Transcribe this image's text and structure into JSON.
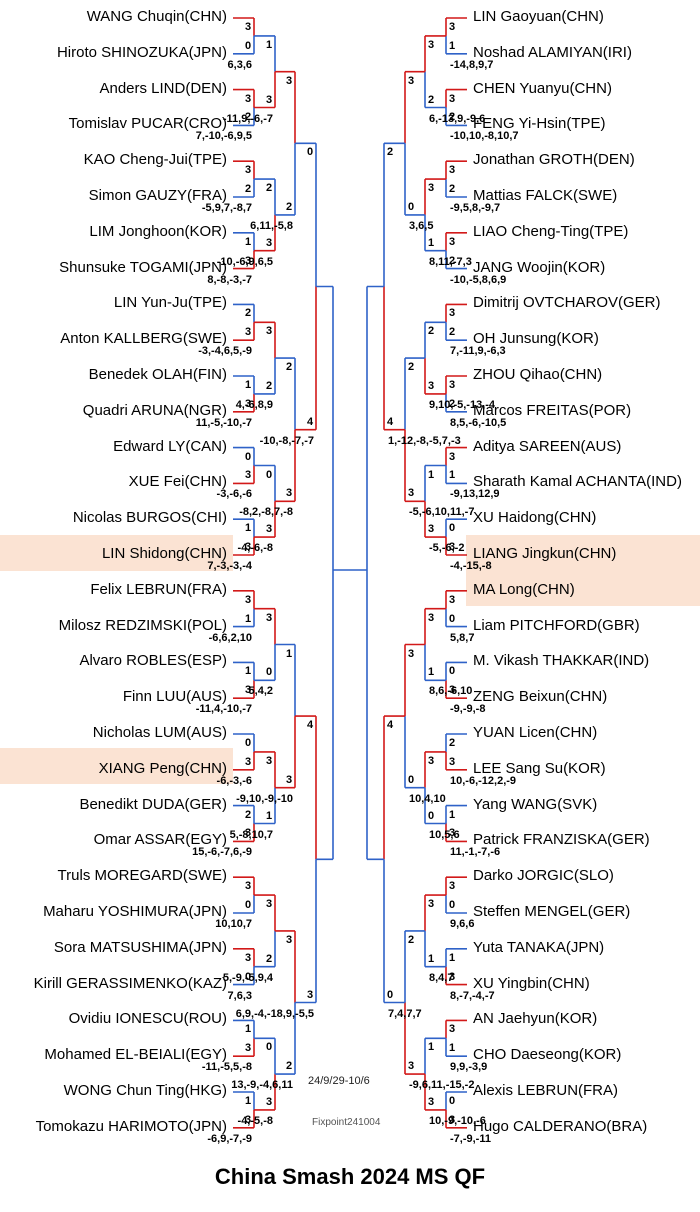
{
  "title": "China Smash 2024 MS QF",
  "date_note": "24/9/29-10/6",
  "credit": "Fixpoint241004",
  "colors": {
    "winner": "#d21919",
    "loser": "#2f62c8",
    "highlight": "#fbe3d3"
  },
  "left": {
    "r1": [
      {
        "p1": "WANG Chuqin(CHN)",
        "p2": "Hiroto SHINOZUKA(JPN)",
        "s1": "3",
        "s2": "0",
        "games": "6,3,6",
        "win": 1
      },
      {
        "p1": "Anders LIND(DEN)",
        "p2": "Tomislav PUCAR(CRO)",
        "s1": "3",
        "s2": "2",
        "games": "7,-10,-6,9,5",
        "win": 1
      },
      {
        "p1": "KAO Cheng-Jui(TPE)",
        "p2": "Simon GAUZY(FRA)",
        "s1": "3",
        "s2": "2",
        "games": "-5,9,7,-8,7",
        "win": 1
      },
      {
        "p1": "LIM Jonghoon(KOR)",
        "p2": "Shunsuke TOGAMI(JPN)",
        "s1": "1",
        "s2": "3",
        "games": "8,-8,-3,-7",
        "win": 2
      },
      {
        "p1": "LIN Yun-Ju(TPE)",
        "p2": "Anton KALLBERG(SWE)",
        "s1": "2",
        "s2": "3",
        "games": "-3,-4,6,5,-9",
        "win": 2
      },
      {
        "p1": "Benedek OLAH(FIN)",
        "p2": "Quadri ARUNA(NGR)",
        "s1": "1",
        "s2": "3",
        "games": "11,-5,-10,-7",
        "win": 2
      },
      {
        "p1": "Edward LY(CAN)",
        "p2": "XUE Fei(CHN)",
        "s1": "0",
        "s2": "3",
        "games": "-3,-6,-6",
        "win": 2
      },
      {
        "p1": "Nicolas BURGOS(CHI)",
        "p2": "LIN Shidong(CHN)",
        "s1": "1",
        "s2": "3",
        "games": "7,-3,-3,-4",
        "win": 2
      },
      {
        "p1": "Felix LEBRUN(FRA)",
        "p2": "Milosz REDZIMSKI(POL)",
        "s1": "3",
        "s2": "1",
        "games": "-6,6,2,10",
        "win": 1
      },
      {
        "p1": "Alvaro ROBLES(ESP)",
        "p2": "Finn LUU(AUS)",
        "s1": "1",
        "s2": "3",
        "games": "-11,4,-10,-7",
        "win": 2
      },
      {
        "p1": "Nicholas LUM(AUS)",
        "p2": "XIANG Peng(CHN)",
        "s1": "0",
        "s2": "3",
        "games": "-6,-3,-6",
        "win": 2
      },
      {
        "p1": "Benedikt DUDA(GER)",
        "p2": "Omar ASSAR(EGY)",
        "s1": "2",
        "s2": "3",
        "games": "15,-6,-7,6,-9",
        "win": 2
      },
      {
        "p1": "Truls MOREGARD(SWE)",
        "p2": "Maharu YOSHIMURA(JPN)",
        "s1": "3",
        "s2": "0",
        "games": "10,10,7",
        "win": 1
      },
      {
        "p1": "Sora MATSUSHIMA(JPN)",
        "p2": "Kirill GERASSIMENKO(KAZ)",
        "s1": "3",
        "s2": "0",
        "games": "7,6,3",
        "win": 1
      },
      {
        "p1": "Ovidiu IONESCU(ROU)",
        "p2": "Mohamed EL-BEIALI(EGY)",
        "s1": "1",
        "s2": "3",
        "games": "-11,-5,5,-8",
        "win": 2
      },
      {
        "p1": "WONG Chun Ting(HKG)",
        "p2": "Tomokazu HARIMOTO(JPN)",
        "s1": "1",
        "s2": "3",
        "games": "-6,9,-7,-9",
        "win": 2
      }
    ],
    "r2": [
      {
        "s1": "1",
        "s2": "3",
        "games": "-11,9,-6,-7",
        "win": 2
      },
      {
        "s1": "2",
        "s2": "3",
        "games": "-10,-6,9,6,5",
        "win": 2
      },
      {
        "s1": "3",
        "s2": "2",
        "games": "4,-6,8,9",
        "win": 1
      },
      {
        "s1": "0",
        "s2": "3",
        "games": "-4,-6,-8",
        "win": 2
      },
      {
        "s1": "3",
        "s2": "0",
        "games": "5,4,2",
        "win": 1
      },
      {
        "s1": "3",
        "s2": "1",
        "games": "5,-8,10,7",
        "win": 1
      },
      {
        "s1": "3",
        "s2": "2",
        "games": "5,-9,-5,9,4",
        "win": 1
      },
      {
        "s1": "0",
        "s2": "3",
        "games": "-4,-5,-8",
        "win": 2
      }
    ],
    "r3": [
      {
        "s1": "3",
        "s2": "2",
        "games": "6,11,-5,8",
        "win": 1
      },
      {
        "s1": "2",
        "s2": "3",
        "games": "-8,2,-8,7,-8",
        "win": 2
      },
      {
        "s1": "1",
        "s2": "3",
        "games": "-9,10,-9,-10",
        "win": 2
      },
      {
        "s1": "3",
        "s2": "2",
        "games": "13,-9,-4,6,11",
        "win": 1
      }
    ],
    "r4": [
      {
        "s1": "0",
        "s2": "4",
        "games": "-10,-8,-7,-7",
        "win": 2
      },
      {
        "s1": "4",
        "s2": "3",
        "games": "6,9,-4,-18,9,-5,5",
        "win": 1
      }
    ]
  },
  "right": {
    "r1": [
      {
        "p1": "LIN Gaoyuan(CHN)",
        "p2": "Noshad ALAMIYAN(IRI)",
        "s1": "3",
        "s2": "1",
        "games": "-14,8,9,7",
        "win": 1
      },
      {
        "p1": "CHEN Yuanyu(CHN)",
        "p2": "FENG Yi-Hsin(TPE)",
        "s1": "3",
        "s2": "2",
        "games": "-10,10,-8,10,7",
        "win": 1
      },
      {
        "p1": "Jonathan GROTH(DEN)",
        "p2": "Mattias FALCK(SWE)",
        "s1": "3",
        "s2": "2",
        "games": "-9,5,8,-9,7",
        "win": 1
      },
      {
        "p1": "LIAO Cheng-Ting(TPE)",
        "p2": "JANG Woojin(KOR)",
        "s1": "3",
        "s2": "2",
        "games": "-10,-5,8,6,9",
        "win": 1
      },
      {
        "p1": "Dimitrij OVTCHAROV(GER)",
        "p2": "OH Junsung(KOR)",
        "s1": "3",
        "s2": "2",
        "games": "7,-11,9,-6,3",
        "win": 1
      },
      {
        "p1": "ZHOU Qihao(CHN)",
        "p2": "Marcos FREITAS(POR)",
        "s1": "3",
        "s2": "2",
        "games": "8,5,-6,-10,5",
        "win": 1
      },
      {
        "p1": "Aditya SAREEN(AUS)",
        "p2": "Sharath Kamal ACHANTA(IND)",
        "s1": "3",
        "s2": "1",
        "games": "-9,13,12,9",
        "win": 1
      },
      {
        "p1": "XU Haidong(CHN)",
        "p2": "LIANG Jingkun(CHN)",
        "s1": "0",
        "s2": "3",
        "games": "-4,-15,-8",
        "win": 2
      },
      {
        "p1": "MA Long(CHN)",
        "p2": "Liam PITCHFORD(GBR)",
        "s1": "3",
        "s2": "0",
        "games": "5,8,7",
        "win": 1
      },
      {
        "p1": "M. Vikash THAKKAR(IND)",
        "p2": "ZENG Beixun(CHN)",
        "s1": "0",
        "s2": "3",
        "games": "-9,-9,-8",
        "win": 2
      },
      {
        "p1": "YUAN Licen(CHN)",
        "p2": "LEE Sang Su(KOR)",
        "s1": "2",
        "s2": "3",
        "games": "10,-6,-12,2,-9",
        "win": 2
      },
      {
        "p1": "Yang WANG(SVK)",
        "p2": "Patrick FRANZISKA(GER)",
        "s1": "1",
        "s2": "3",
        "games": "11,-1,-7,-6",
        "win": 2
      },
      {
        "p1": "Darko JORGIC(SLO)",
        "p2": "Steffen MENGEL(GER)",
        "s1": "3",
        "s2": "0",
        "games": "9,6,6",
        "win": 1
      },
      {
        "p1": "Yuta TANAKA(JPN)",
        "p2": "XU Yingbin(CHN)",
        "s1": "1",
        "s2": "3",
        "games": "8,-7,-4,-7",
        "win": 2
      },
      {
        "p1": "AN Jaehyun(KOR)",
        "p2": "CHO Daeseong(KOR)",
        "s1": "3",
        "s2": "1",
        "games": "9,9,-3,9",
        "win": 1
      },
      {
        "p1": "Alexis LEBRUN(FRA)",
        "p2": "Hugo CALDERANO(BRA)",
        "s1": "0",
        "s2": "3",
        "games": "-7,-9,-11",
        "win": 2
      }
    ],
    "r2": [
      {
        "s1": "3",
        "s2": "2",
        "games": "6,-13,9,-9,6",
        "win": 1
      },
      {
        "s1": "3",
        "s2": "1",
        "games": "8,11,-7,3",
        "win": 1
      },
      {
        "s1": "2",
        "s2": "3",
        "games": "9,10,-5,-13,-4",
        "win": 2
      },
      {
        "s1": "1",
        "s2": "3",
        "games": "-5,-6,-2",
        "win": 2
      },
      {
        "s1": "3",
        "s2": "1",
        "games": "8,6,-6,10",
        "win": 1
      },
      {
        "s1": "3",
        "s2": "0",
        "games": "10,5,6",
        "win": 1
      },
      {
        "s1": "3",
        "s2": "1",
        "games": "8,4,7",
        "win": 1
      },
      {
        "s1": "1",
        "s2": "3",
        "games": "10,-9,-10,-6",
        "win": 2
      }
    ],
    "r3": [
      {
        "s1": "3",
        "s2": "0",
        "games": "3,6,5",
        "win": 1
      },
      {
        "s1": "2",
        "s2": "3",
        "games": "-5,-6,10,11,-7",
        "win": 2
      },
      {
        "s1": "3",
        "s2": "0",
        "games": "10,4,10",
        "win": 1
      },
      {
        "s1": "2",
        "s2": "3",
        "games": "-9,6,11,-15,-2",
        "win": 2
      }
    ],
    "r4": [
      {
        "s1": "2",
        "s2": "4",
        "games": "1,-12,-8,-5,7,-3",
        "win": 2
      },
      {
        "s1": "4",
        "s2": "0",
        "games": "7,4,7,7",
        "win": 1
      }
    ]
  }
}
